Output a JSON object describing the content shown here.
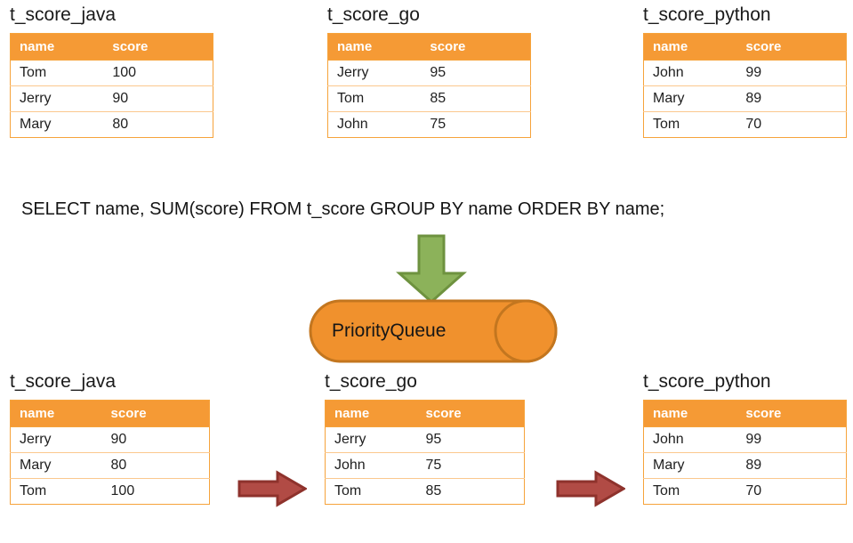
{
  "colors": {
    "header_orange": "#F59A35",
    "table_border": "#F6A33B",
    "row_divider": "#FBC88E",
    "green_arrow_fill": "#8CB25A",
    "green_arrow_stroke": "#6E923F",
    "cylinder_fill": "#F0912D",
    "cylinder_stroke": "#C3761F",
    "red_arrow_fill": "#B14B45",
    "red_arrow_stroke": "#8E322C",
    "text": "#1a1a1a"
  },
  "columns": {
    "name": "name",
    "score": "score"
  },
  "sql": {
    "statement": "SELECT name, SUM(score) FROM t_score GROUP BY name ORDER BY name;"
  },
  "queue": {
    "label": "PriorityQueue"
  },
  "top_tables": [
    {
      "title": "t_score_java",
      "rows": [
        {
          "name": "Tom",
          "score": "100"
        },
        {
          "name": "Jerry",
          "score": "90"
        },
        {
          "name": "Mary",
          "score": "80"
        }
      ]
    },
    {
      "title": "t_score_go",
      "rows": [
        {
          "name": "Jerry",
          "score": "95"
        },
        {
          "name": "Tom",
          "score": "85"
        },
        {
          "name": "John",
          "score": "75"
        }
      ]
    },
    {
      "title": "t_score_python",
      "rows": [
        {
          "name": "John",
          "score": "99"
        },
        {
          "name": "Mary",
          "score": "89"
        },
        {
          "name": "Tom",
          "score": "70"
        }
      ]
    }
  ],
  "bottom_tables": [
    {
      "title": "t_score_java",
      "rows": [
        {
          "name": "Jerry",
          "score": "90"
        },
        {
          "name": "Mary",
          "score": "80"
        },
        {
          "name": "Tom",
          "score": "100"
        }
      ]
    },
    {
      "title": "t_score_go",
      "rows": [
        {
          "name": "Jerry",
          "score": "95"
        },
        {
          "name": "John",
          "score": "75"
        },
        {
          "name": "Tom",
          "score": "85"
        }
      ]
    },
    {
      "title": "t_score_python",
      "rows": [
        {
          "name": "John",
          "score": "99"
        },
        {
          "name": "Mary",
          "score": "89"
        },
        {
          "name": "Tom",
          "score": "70"
        }
      ]
    }
  ]
}
